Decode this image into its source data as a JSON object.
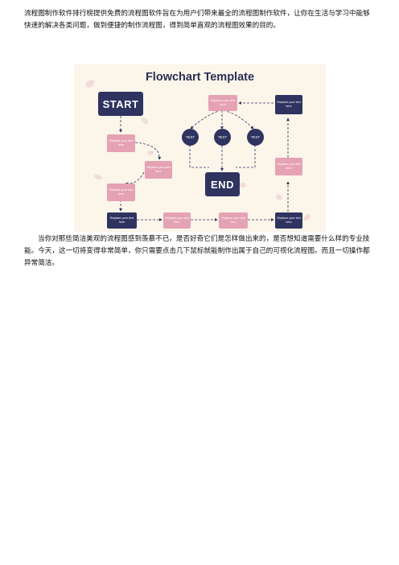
{
  "article": {
    "intro": "流程图制作软件排行榜提供免费的流程图软件旨在为用户们带来最全的流程图制作软件，让你在生活与学习中能够快速的解决各类问题，做到便捷的制作流程图，得到简单直观的流程图效果的目的。",
    "body": "当你对那些简洁美观的流程图感到羡慕不已，是否好奇它们是怎样做出来的，是否想知道需要什么样的专业技能。今天，这一切将变得非常简单，你只需要点击几下鼠标就能制作出属于自己的可视化流程图。而且一切操作都异常简洁。"
  },
  "flowchart": {
    "title": "Flowchart Template",
    "start": "START",
    "end": "END",
    "placeholder": "Replace your text here",
    "circles": [
      "TEXT",
      "TEXT",
      "TEXT"
    ]
  },
  "colors": {
    "dark_node": "#2e3360",
    "pink_node": "#e5a2b5",
    "background": "#fbf5ea",
    "title": "#2b2f55"
  }
}
